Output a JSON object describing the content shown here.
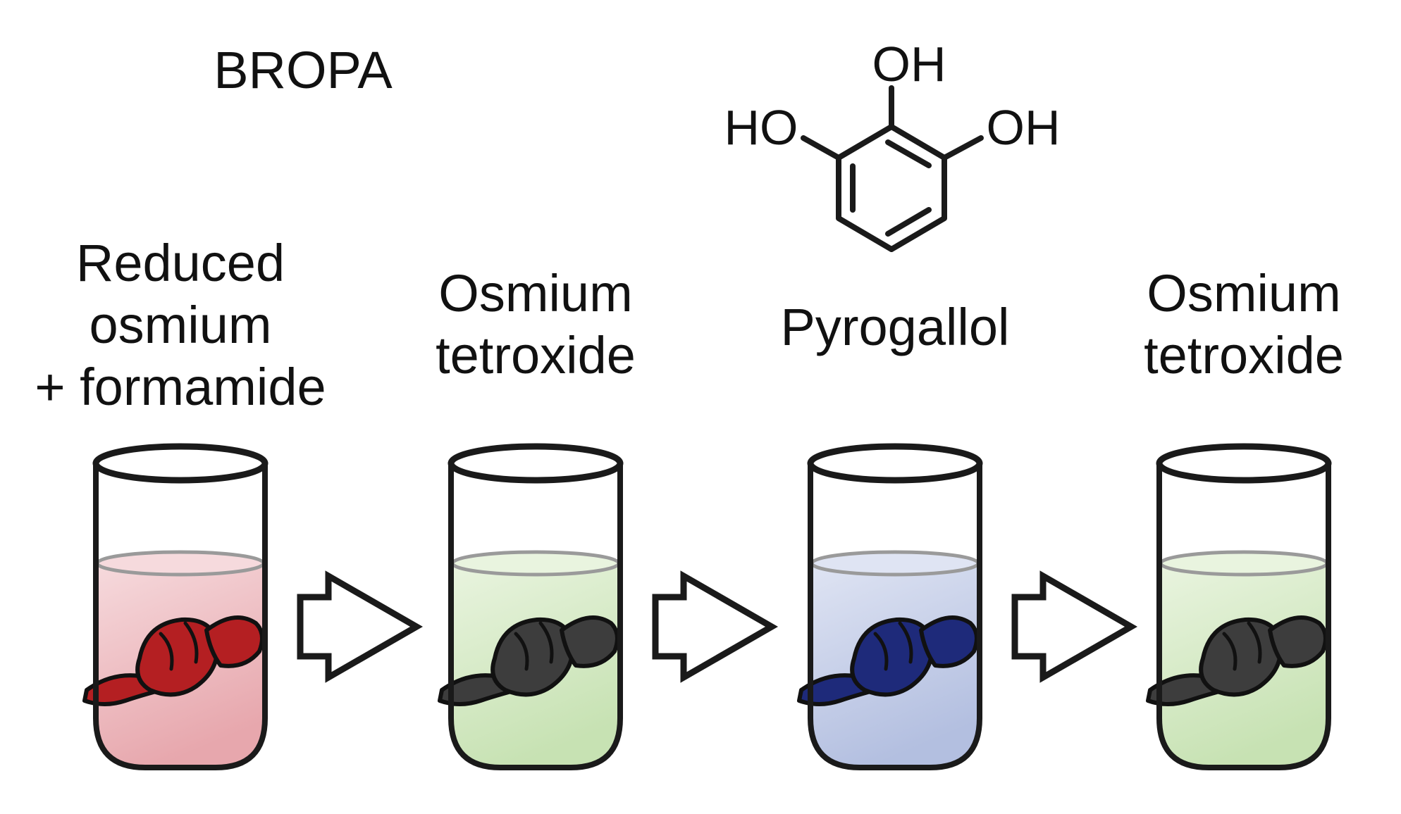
{
  "title": "BROPA",
  "molecule": {
    "name": "pyrogallol-structure",
    "substituents": [
      "OH",
      "HO",
      "OH"
    ]
  },
  "steps": [
    {
      "label_lines": [
        "Reduced",
        "osmium",
        "+ formamide"
      ],
      "liquid_color": "#e7a7ad",
      "liquid_top": "#f6dadd",
      "tissue_color": "#b41f22"
    },
    {
      "label_lines": [
        "Osmium",
        "tetroxide"
      ],
      "liquid_color": "#c7e2b3",
      "liquid_top": "#e9f4df",
      "tissue_color": "#3d3d3d"
    },
    {
      "label_lines": [
        "Pyrogallol"
      ],
      "liquid_color": "#b3bfe0",
      "liquid_top": "#dfe4f3",
      "tissue_color": "#1e2a7a"
    },
    {
      "label_lines": [
        "Osmium",
        "tetroxide"
      ],
      "liquid_color": "#c7e2b3",
      "liquid_top": "#e9f4df",
      "tissue_color": "#3d3d3d"
    }
  ],
  "arrows": 3
}
